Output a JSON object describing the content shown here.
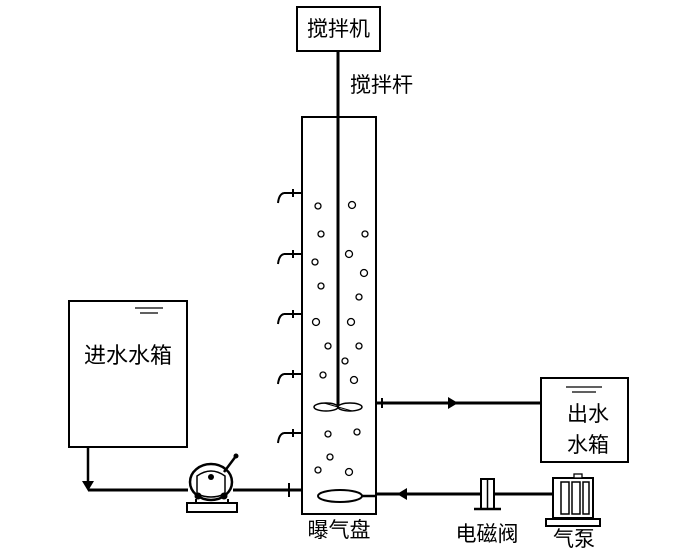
{
  "labels": {
    "mixer": "搅拌机",
    "stir_rod": "搅拌杆",
    "inlet_tank": "进水水箱",
    "outlet_tank_line1": "出水",
    "outlet_tank_line2": "水箱",
    "aeration_disc": "曝气盘",
    "solenoid_valve": "电磁阀",
    "air_pump": "气泵"
  },
  "colors": {
    "line": "#000000",
    "background": "#ffffff"
  }
}
